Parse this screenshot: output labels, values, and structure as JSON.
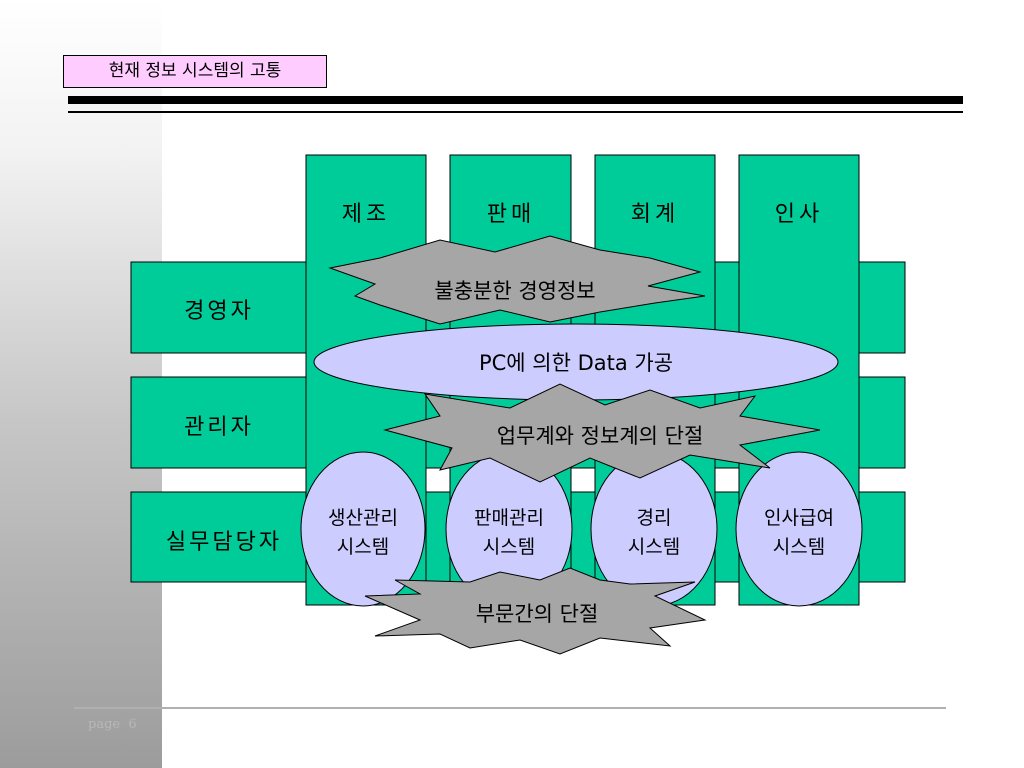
{
  "slide": {
    "title": "현재 정보 시스템의 고통",
    "page_label": "page",
    "page_number": "6"
  },
  "diagram": {
    "departments": [
      "제조",
      "판매",
      "회계",
      "인사"
    ],
    "roles": [
      "경영자",
      "관리자",
      "실무담당자"
    ],
    "systems": [
      {
        "line1": "생산관리",
        "line2": "시스템"
      },
      {
        "line1": "판매관리",
        "line2": "시스템"
      },
      {
        "line1": "경리",
        "line2": "시스템"
      },
      {
        "line1": "인사급여",
        "line2": "시스템"
      }
    ],
    "burst_top": "불충분한 경영정보",
    "ellipse_text": "PC에 의한 Data 가공",
    "burst_middle": "업무계와 정보계의 단절",
    "burst_bottom": "부문간의 단절"
  },
  "colors": {
    "teal": "#00cc99",
    "burst_gray": "#a6a6a6",
    "ellipse_fill": "#ccccff",
    "title_bg": "#ffccff"
  }
}
